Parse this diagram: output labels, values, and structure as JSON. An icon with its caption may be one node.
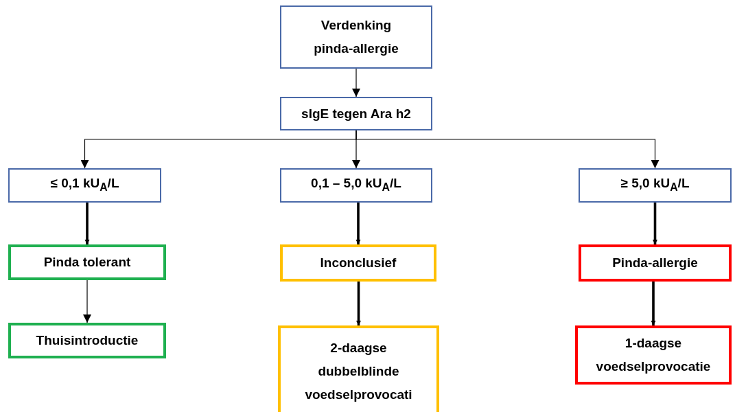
{
  "diagram": {
    "nodes": [
      {
        "text": [
          "Verdenking pinda-allergie"
        ]
      },
      {
        "text": [
          "sIgE tegen Ara h2"
        ]
      },
      {
        "text": [
          "≤ 0,1 kU$_{A}$/L"
        ]
      },
      {
        "text": [
          "0,1 – 5,0 kU$_{A}$/L"
        ]
      },
      {
        "text": [
          "≥ 5,0 kU$_{A}$/L"
        ]
      },
      {
        "text": [
          "Pinda tolerant"
        ]
      },
      {
        "text": [
          "Inconclusief"
        ]
      },
      {
        "text": [
          "Pinda-allergie"
        ]
      },
      {
        "text": [
          "Thuisintroductie"
        ]
      },
      {
        "text": [
          "2-daagse dubbelblinde voedselprovocati"
        ]
      },
      {
        "text": [
          "1-daagse voedselprovocatie"
        ]
      }
    ],
    "edges": [
      {
        "from": 0,
        "to": 1,
        "arrow": "to"
      },
      {
        "from": 1,
        "to": 2,
        "arrow": "to"
      },
      {
        "from": 1,
        "to": 3,
        "arrow": "to"
      },
      {
        "from": 1,
        "to": 4,
        "arrow": "to"
      },
      {
        "from": 2,
        "to": 5,
        "arrow": "to",
        "style": "thick"
      },
      {
        "from": 5,
        "to": 8,
        "arrow": "to"
      },
      {
        "from": 3,
        "to": 6,
        "arrow": "to",
        "style": "thick"
      },
      {
        "from": 6,
        "to": 9,
        "arrow": "to",
        "style": "thick"
      },
      {
        "from": 4,
        "to": 7,
        "arrow": "to",
        "style": "thick"
      },
      {
        "from": 7,
        "to": 10,
        "arrow": "to",
        "style": "thick"
      }
    ]
  }
}
